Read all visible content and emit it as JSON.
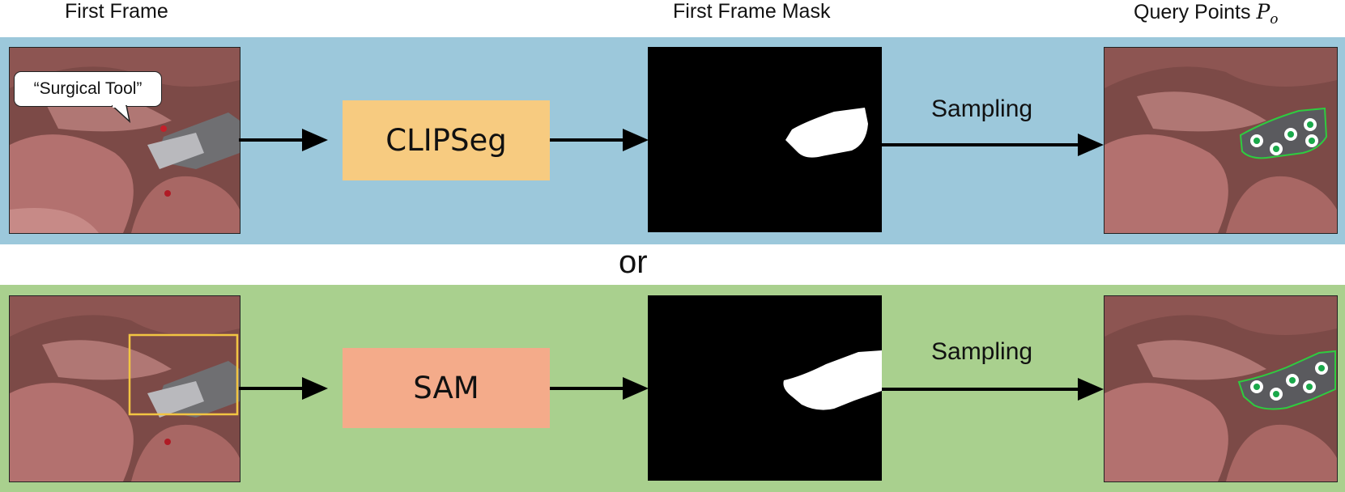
{
  "headers": {
    "first_frame": "First Frame",
    "first_frame_mask": "First Frame Mask",
    "query_points_prefix": "Query Points ",
    "query_points_symbol": "P",
    "query_points_subscript": "o"
  },
  "top_row": {
    "prompt_text": "“Surgical Tool”",
    "model_label": "CLIPSeg",
    "sampling_label": "Sampling"
  },
  "separator": "or",
  "bottom_row": {
    "model_label": "SAM",
    "sampling_label": "Sampling"
  },
  "colors": {
    "top_band": "#9cc8db",
    "bottom_band": "#a9d08e",
    "clipseg_box": "#f7cb80",
    "sam_box": "#f4ab8a",
    "bbox_outline": "#f2c542",
    "query_outline": "#2ecc40",
    "query_dot": "#1aa84a"
  }
}
